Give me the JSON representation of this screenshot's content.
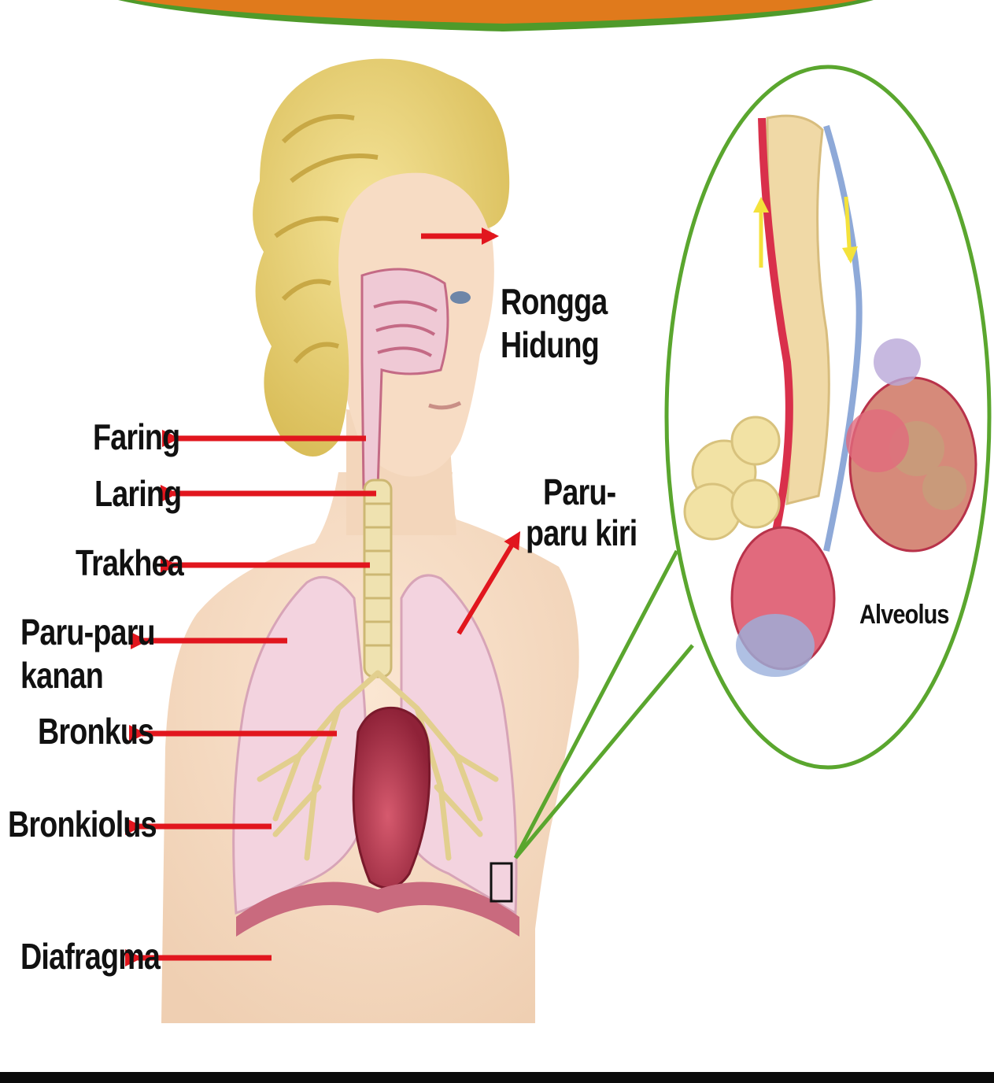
{
  "labels": {
    "rongga_hidung": [
      "Rongga",
      "Hidung"
    ],
    "faring": "Faring",
    "laring": "Laring",
    "trakhea": "Trakhea",
    "paru_paru_kanan": [
      "Paru-paru",
      "kanan"
    ],
    "paru_paru_kiri": [
      "Paru-",
      "paru kiri"
    ],
    "bronkus": "Bronkus",
    "bronkiolus": "Bronkiolus",
    "diafragma": "Diafragma",
    "alveolus": "Alveolus"
  },
  "colors": {
    "arrow": "#e1161e",
    "inset_ring": "#5aa62e",
    "banner_green": "#4f9a2a",
    "banner_orange": "#e07a1c",
    "skin": "#f6dcc3",
    "hair": "#ecd67a",
    "lung": "#f3d3df",
    "heart": "#b8324a",
    "airway": "#efe2b0",
    "artery": "#d9304b",
    "vein": "#8ea9d8"
  }
}
